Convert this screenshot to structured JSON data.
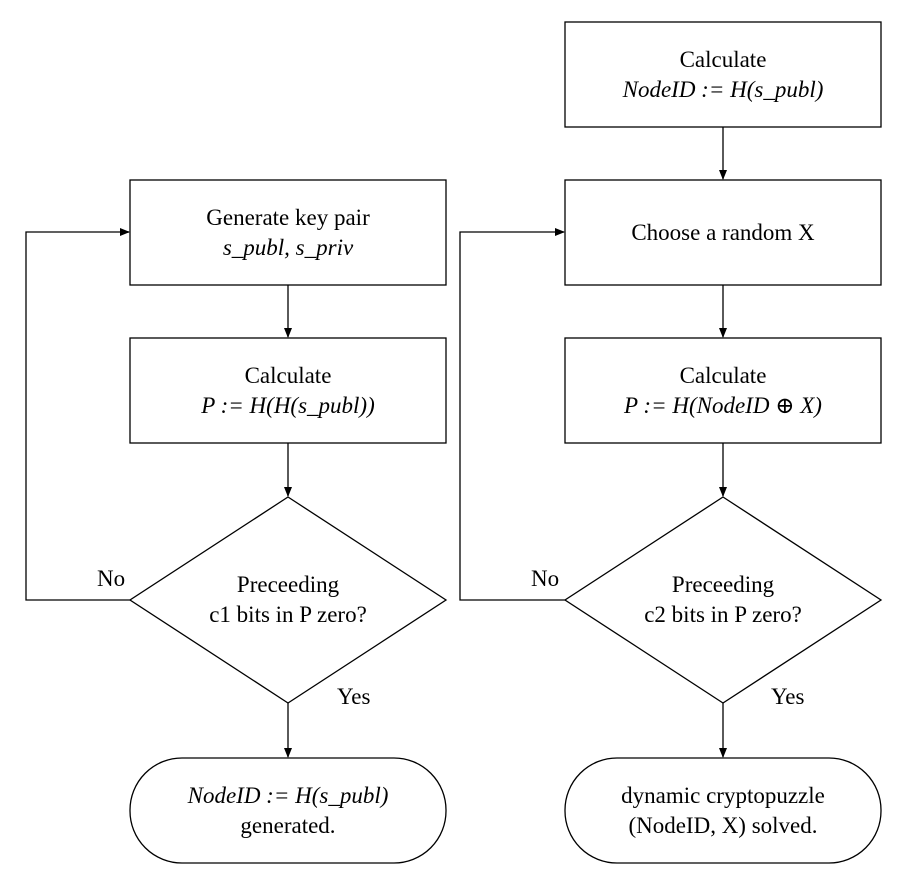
{
  "left": {
    "generate": {
      "line1": "Generate key pair",
      "line2": "s_publ, s_priv"
    },
    "calc": {
      "line1": "Calculate",
      "line2": "P := H(H(s_publ))"
    },
    "decision": {
      "line1": "Preceeding",
      "line2": "c1 bits in P zero?"
    },
    "no_label": "No",
    "yes_label": "Yes",
    "end": {
      "line1": "NodeID := H(s_publ)",
      "line2": "generated."
    }
  },
  "right": {
    "calc_id": {
      "line1": "Calculate",
      "line2": "NodeID := H(s_publ)"
    },
    "choose": {
      "line1": "Choose a random X"
    },
    "calc": {
      "line1": "Calculate",
      "line2": "P := H(NodeID ⊕ X)"
    },
    "decision": {
      "line1": "Preceeding",
      "line2": "c2 bits in P zero?"
    },
    "no_label": "No",
    "yes_label": "Yes",
    "end": {
      "line1": "dynamic cryptopuzzle",
      "line2": "(NodeID, X) solved."
    }
  }
}
